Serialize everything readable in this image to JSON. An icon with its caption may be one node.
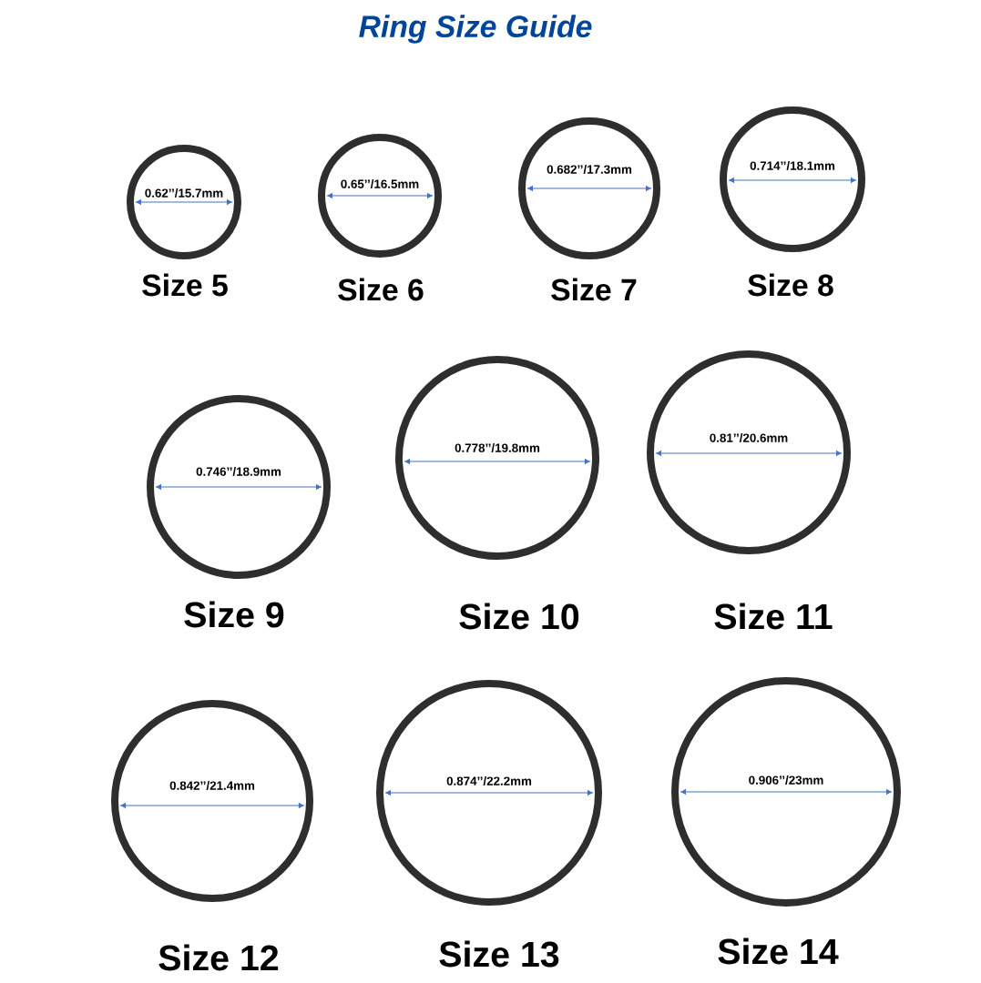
{
  "diagram": {
    "title": "Ring Size Guide",
    "nodes": [
      {
        "text": [
          "0.62’’/15.7mm"
        ],
        "beside": [
          "Size 5"
        ]
      },
      {
        "text": [
          "0.65’’/16.5mm"
        ],
        "beside": [
          "Size 6"
        ]
      },
      {
        "text": [
          "0.682’’/17.3mm"
        ],
        "beside": [
          "Size 7"
        ]
      },
      {
        "text": [
          "0.714’’/18.1mm"
        ],
        "beside": [
          "Size 8"
        ]
      },
      {
        "text": [
          "0.746’’/18.9mm"
        ],
        "beside": [
          "Size 9"
        ]
      },
      {
        "text": [
          "0.778’’/19.8mm"
        ],
        "beside": [
          "Size 10"
        ]
      },
      {
        "text": [
          "0.81’’/20.6mm"
        ],
        "beside": [
          "Size 11"
        ]
      },
      {
        "text": [
          "0.842’’/21.4mm"
        ],
        "beside": [
          "Size 12"
        ]
      },
      {
        "text": [
          "0.874’’/22.2mm"
        ],
        "beside": [
          "Size 13"
        ]
      },
      {
        "text": [
          "0.906’’/23mm"
        ],
        "beside": [
          "Size 14"
        ]
      }
    ],
    "edges": []
  }
}
